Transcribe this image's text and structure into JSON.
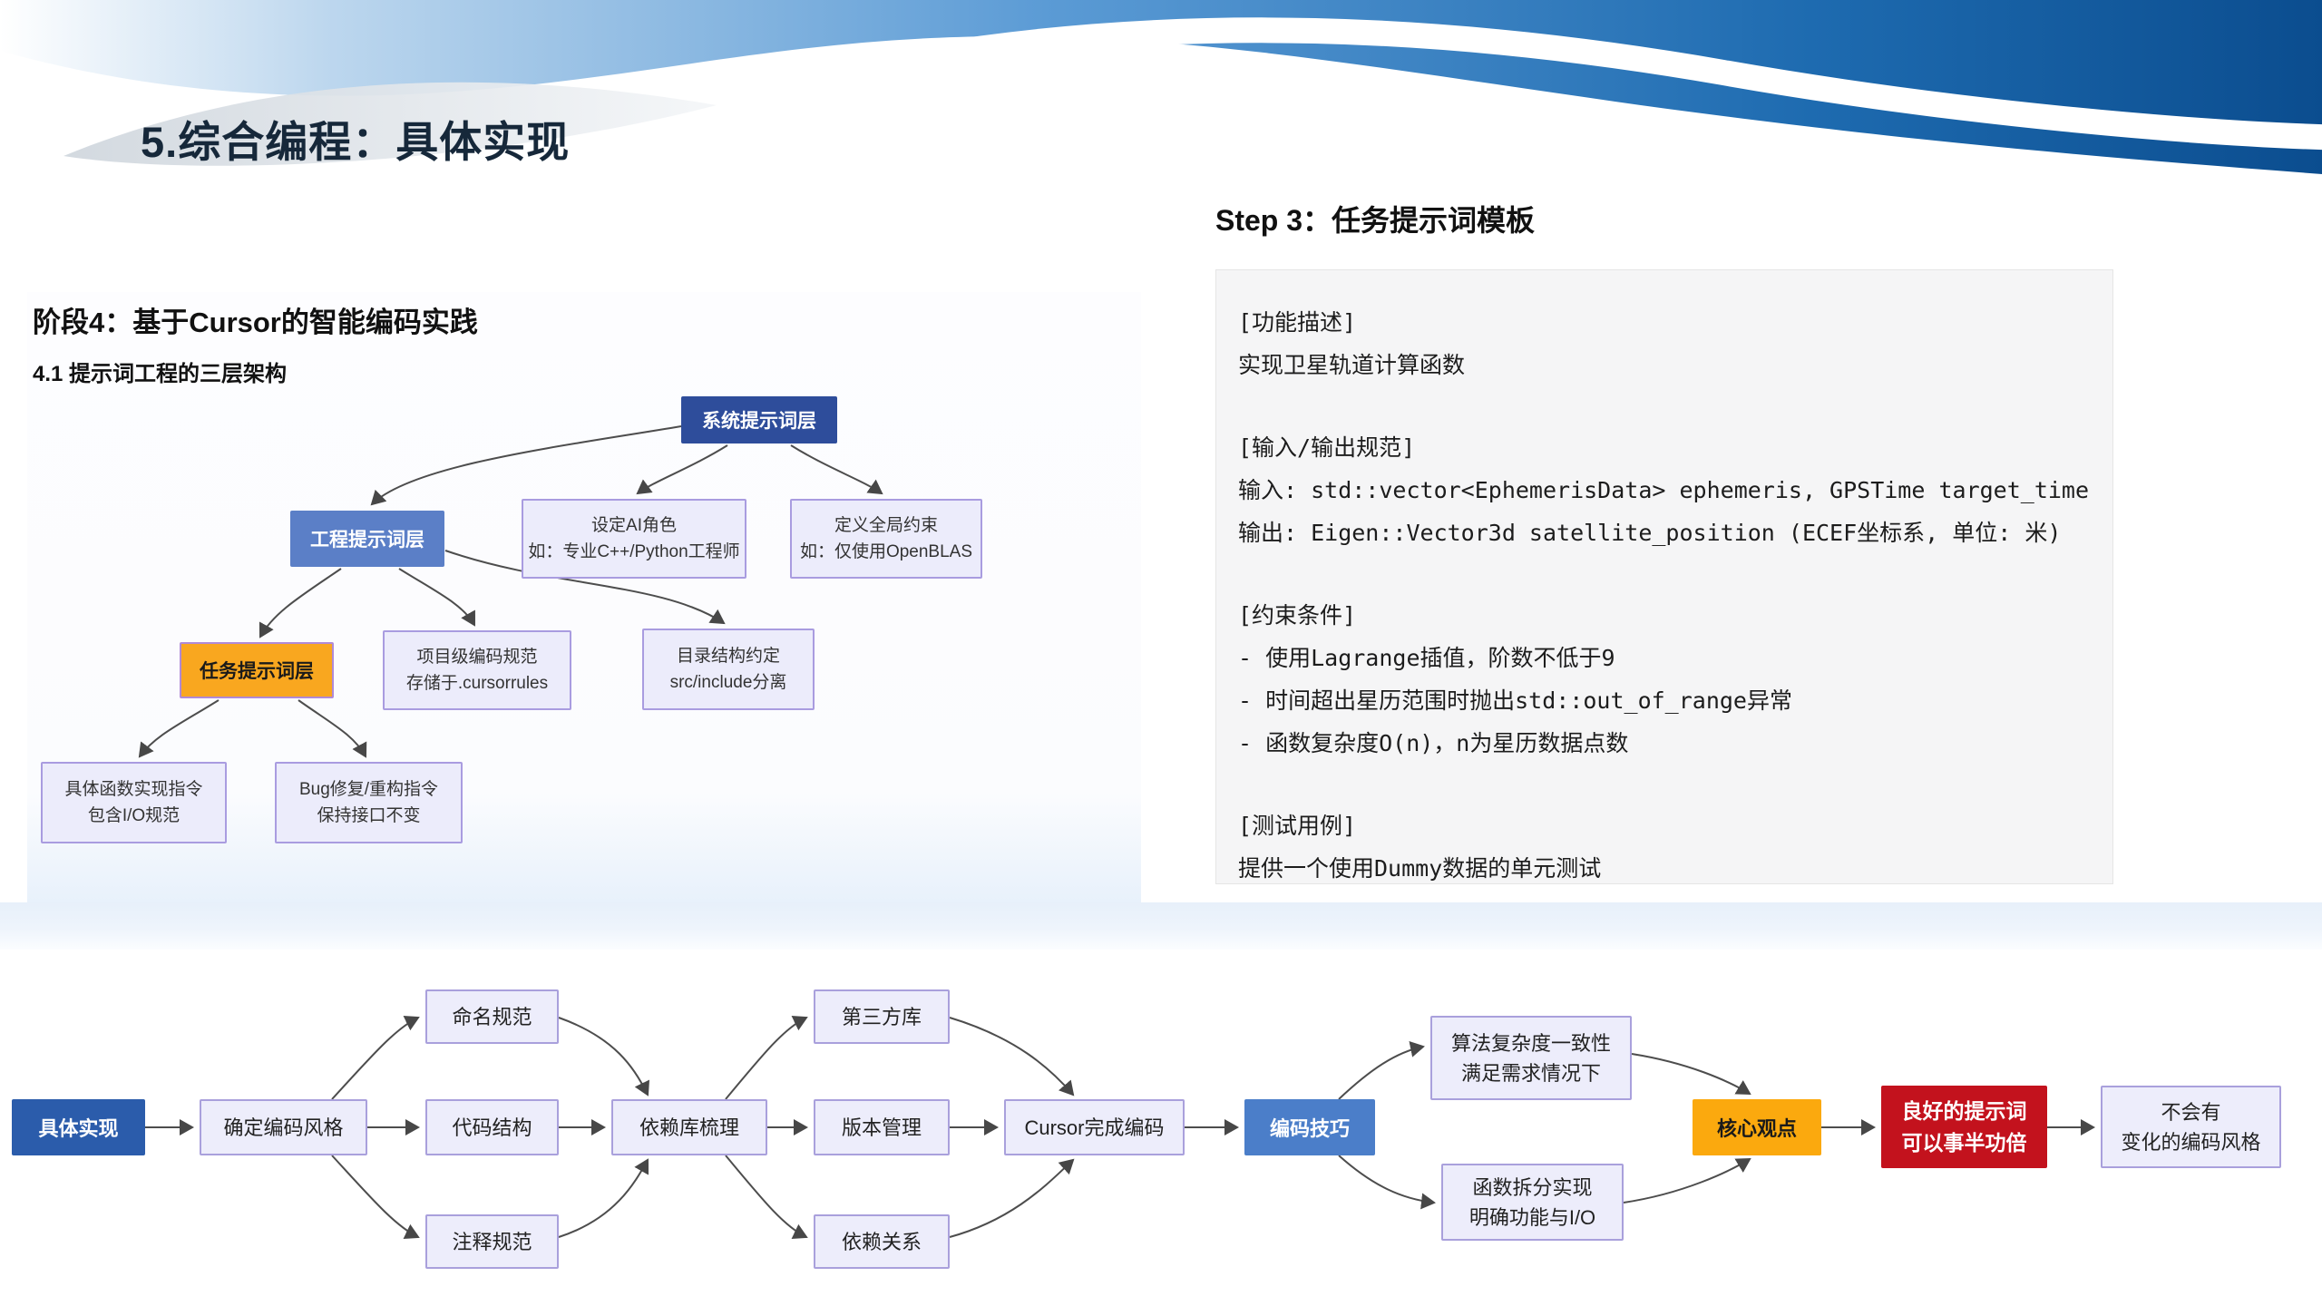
{
  "slide": {
    "title": "5.综合编程：具体实现"
  },
  "left_panel": {
    "heading": "阶段4：基于Cursor的智能编码实践",
    "subheading": "4.1 提示词工程的三层架构",
    "nodes": {
      "system_layer": {
        "label": "系统提示词层"
      },
      "project_layer": {
        "label": "工程提示词层"
      },
      "task_layer": {
        "label": "任务提示词层"
      },
      "ai_role": {
        "line1": "设定AI角色",
        "line2": "如：专业C++/Python工程师"
      },
      "global_constraint": {
        "line1": "定义全局约束",
        "line2": "如：仅使用OpenBLAS"
      },
      "coding_standard": {
        "line1": "项目级编码规范",
        "line2": "存储于.cursorrules"
      },
      "dir_structure": {
        "line1": "目录结构约定",
        "line2": "src/include分离"
      },
      "func_instruction": {
        "line1": "具体函数实现指令",
        "line2": "包含I/O规范"
      },
      "bugfix_instruction": {
        "line1": "Bug修复/重构指令",
        "line2": "保持接口不变"
      }
    }
  },
  "right_panel": {
    "heading": "Step 3：任务提示词模板",
    "sections": [
      {
        "tag": "[功能描述]",
        "lines": [
          "实现卫星轨道计算函数"
        ]
      },
      {
        "tag": "[输入/输出规范]",
        "lines": [
          "输入: std::vector<EphemerisData> ephemeris, GPSTime target_time",
          "输出: Eigen::Vector3d satellite_position (ECEF坐标系, 单位: 米)"
        ]
      },
      {
        "tag": "[约束条件]",
        "lines": [
          "- 使用Lagrange插值，阶数不低于9",
          "- 时间超出星历范围时抛出std::out_of_range异常",
          "- 函数复杂度O(n)，n为星历数据点数"
        ]
      },
      {
        "tag": "[测试用例]",
        "lines": [
          "提供一个使用Dummy数据的单元测试"
        ]
      }
    ]
  },
  "flowchart": {
    "nodes": {
      "concrete_impl": {
        "label": "具体实现"
      },
      "coding_style": {
        "label": "确定编码风格"
      },
      "naming_rules": {
        "label": "命名规范"
      },
      "code_structure": {
        "label": "代码结构"
      },
      "comment_rules": {
        "label": "注释规范"
      },
      "dependency_review": {
        "label": "依赖库梳理"
      },
      "third_party_lib": {
        "label": "第三方库"
      },
      "version_mgmt": {
        "label": "版本管理"
      },
      "dependency_rel": {
        "label": "依赖关系"
      },
      "cursor_coding": {
        "label": "Cursor完成编码"
      },
      "coding_skills": {
        "label": "编码技巧"
      },
      "algo_complexity": {
        "line1": "算法复杂度一致性",
        "line2": "满足需求情况下"
      },
      "func_split": {
        "line1": "函数拆分实现",
        "line2": "明确功能与I/O"
      },
      "core_view": {
        "label": "核心观点"
      },
      "good_prompt": {
        "line1": "良好的提示词",
        "line2": "可以事半功倍"
      },
      "no_style_change": {
        "line1": "不会有",
        "line2": "变化的编码风格"
      }
    }
  },
  "colors": {
    "banner_blue_dark": "#0b4d8f",
    "banner_blue_mid": "#4a90d5",
    "node_navy": "#2e4d9b",
    "node_blue": "#5b7fc7",
    "node_orange": "#f9a71f",
    "node_lavender_bg": "#ececfb",
    "node_lavender_border": "#a99ce0",
    "highlight_red": "#c3121d",
    "panel_gray": "#f5f5f6",
    "band_blue": "#e7f0fa"
  }
}
